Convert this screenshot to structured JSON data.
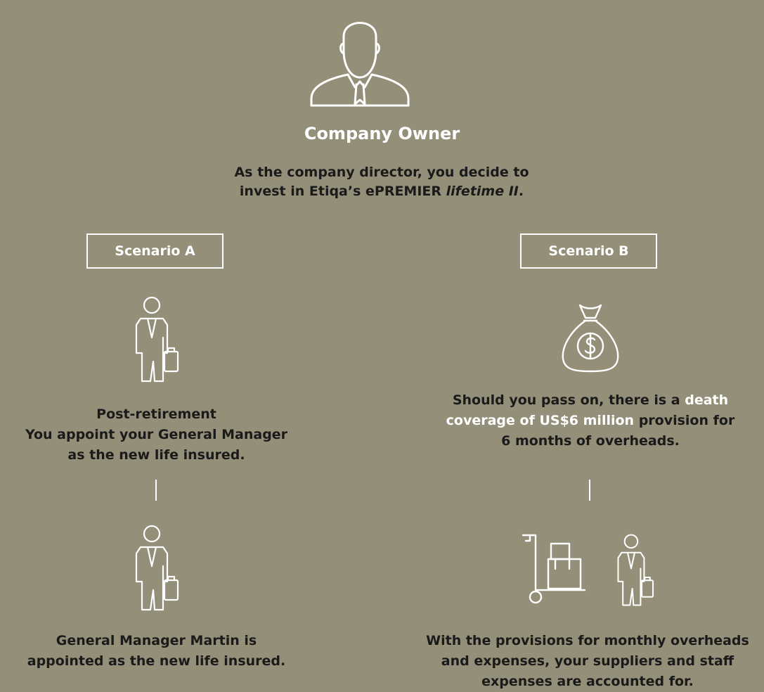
{
  "owner": {
    "icon": "businessman-icon",
    "title": "Company Owner",
    "intro_line1": "As the company director, you decide to",
    "intro_line2_prefix": "invest in Etiqa’s ePREMIER ",
    "intro_line2_italic": "lifetime II",
    "intro_line2_suffix": "."
  },
  "scenario_a": {
    "label": "Scenario A",
    "step1": {
      "icon": "man-with-briefcase-icon",
      "line1": "Post-retirement",
      "line2": "You appoint your General Manager",
      "line3": "as the new life insured."
    },
    "step2": {
      "icon": "man-with-briefcase-icon",
      "line1": "General Manager Martin is",
      "line2": "appointed as the new life insured."
    }
  },
  "scenario_b": {
    "label": "Scenario B",
    "step1": {
      "icon": "money-bag-icon",
      "line1": "Should you pass on, there is a ",
      "line1_highlight": "death",
      "line2_highlight": "coverage of US$6 million",
      "line2": " provision for",
      "line3": "6 months of overheads."
    },
    "step2": {
      "icons": [
        "hand-truck-icon",
        "man-with-briefcase-icon"
      ],
      "line1": "With the provisions for monthly overheads",
      "line2": "and expenses, your suppliers and staff",
      "line3": "expenses are accounted for."
    }
  },
  "colors": {
    "background": "#948f78",
    "line": "#ffffff",
    "text": "#1a1a1a",
    "highlight": "#ffffff"
  }
}
